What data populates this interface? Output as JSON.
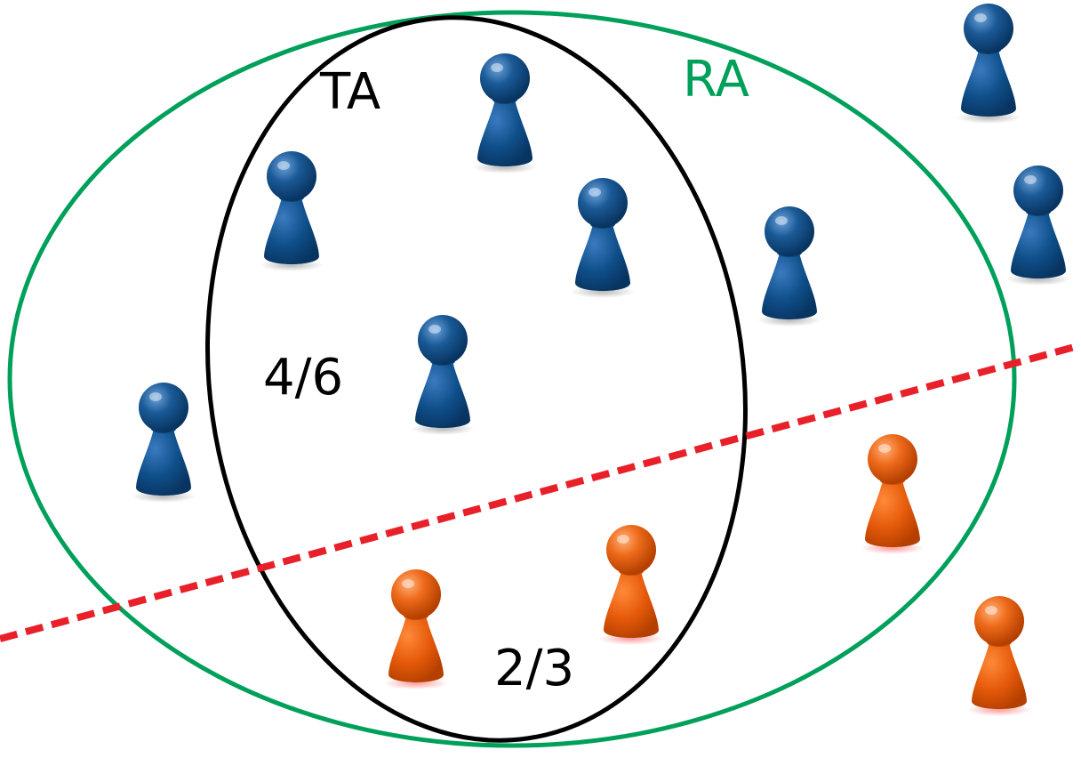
{
  "labels": {
    "ta": "TA",
    "ra": "RA",
    "ta_upper_ratio": "4/6",
    "ta_lower_ratio": "2/3"
  },
  "colors": {
    "ra_ellipse": "#00A05A",
    "ta_ellipse": "#000000",
    "boundary_line": "#E8202A",
    "pawn_blue": "#0F4F8A",
    "pawn_orange": "#E55A0A",
    "background": "#FFFFFF"
  },
  "pieces": [
    {
      "id": "pawn-1",
      "color": "blue",
      "group": "in-ta"
    },
    {
      "id": "pawn-2",
      "color": "blue",
      "group": "in-ta"
    },
    {
      "id": "pawn-3",
      "color": "blue",
      "group": "in-ta"
    },
    {
      "id": "pawn-4",
      "color": "blue",
      "group": "in-ta"
    },
    {
      "id": "pawn-5",
      "color": "blue",
      "group": "in-ra-outside-ta"
    },
    {
      "id": "pawn-6",
      "color": "blue",
      "group": "in-ra-outside-ta"
    },
    {
      "id": "pawn-7",
      "color": "blue",
      "group": "outside-ra"
    },
    {
      "id": "pawn-8",
      "color": "blue",
      "group": "outside-ra"
    },
    {
      "id": "pawn-9",
      "color": "orange",
      "group": "in-ta"
    },
    {
      "id": "pawn-10",
      "color": "orange",
      "group": "in-ta"
    },
    {
      "id": "pawn-11",
      "color": "orange",
      "group": "in-ra-outside-ta"
    },
    {
      "id": "pawn-12",
      "color": "orange",
      "group": "outside-ra"
    }
  ]
}
